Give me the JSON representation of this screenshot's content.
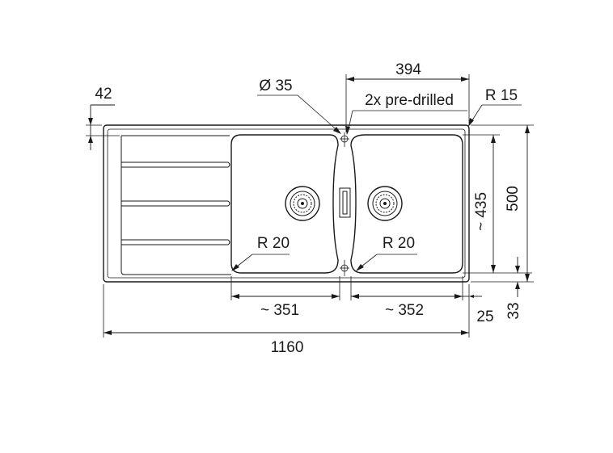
{
  "labels": {
    "dim_1160": "1160",
    "dim_394": "394",
    "dim_351": "~ 351",
    "dim_352": "~ 352",
    "dim_42": "42",
    "dim_435": "~ 435",
    "dim_500": "500",
    "dim_25": "25",
    "dim_33": "33",
    "hole_dia": "Ø 35",
    "pre_drilled": "2x pre-drilled",
    "corner_r15": "R 15",
    "bowl_r20_left": "R 20",
    "bowl_r20_right": "R 20"
  },
  "colors": {
    "line": "#1a1a1a",
    "background": "#ffffff"
  }
}
